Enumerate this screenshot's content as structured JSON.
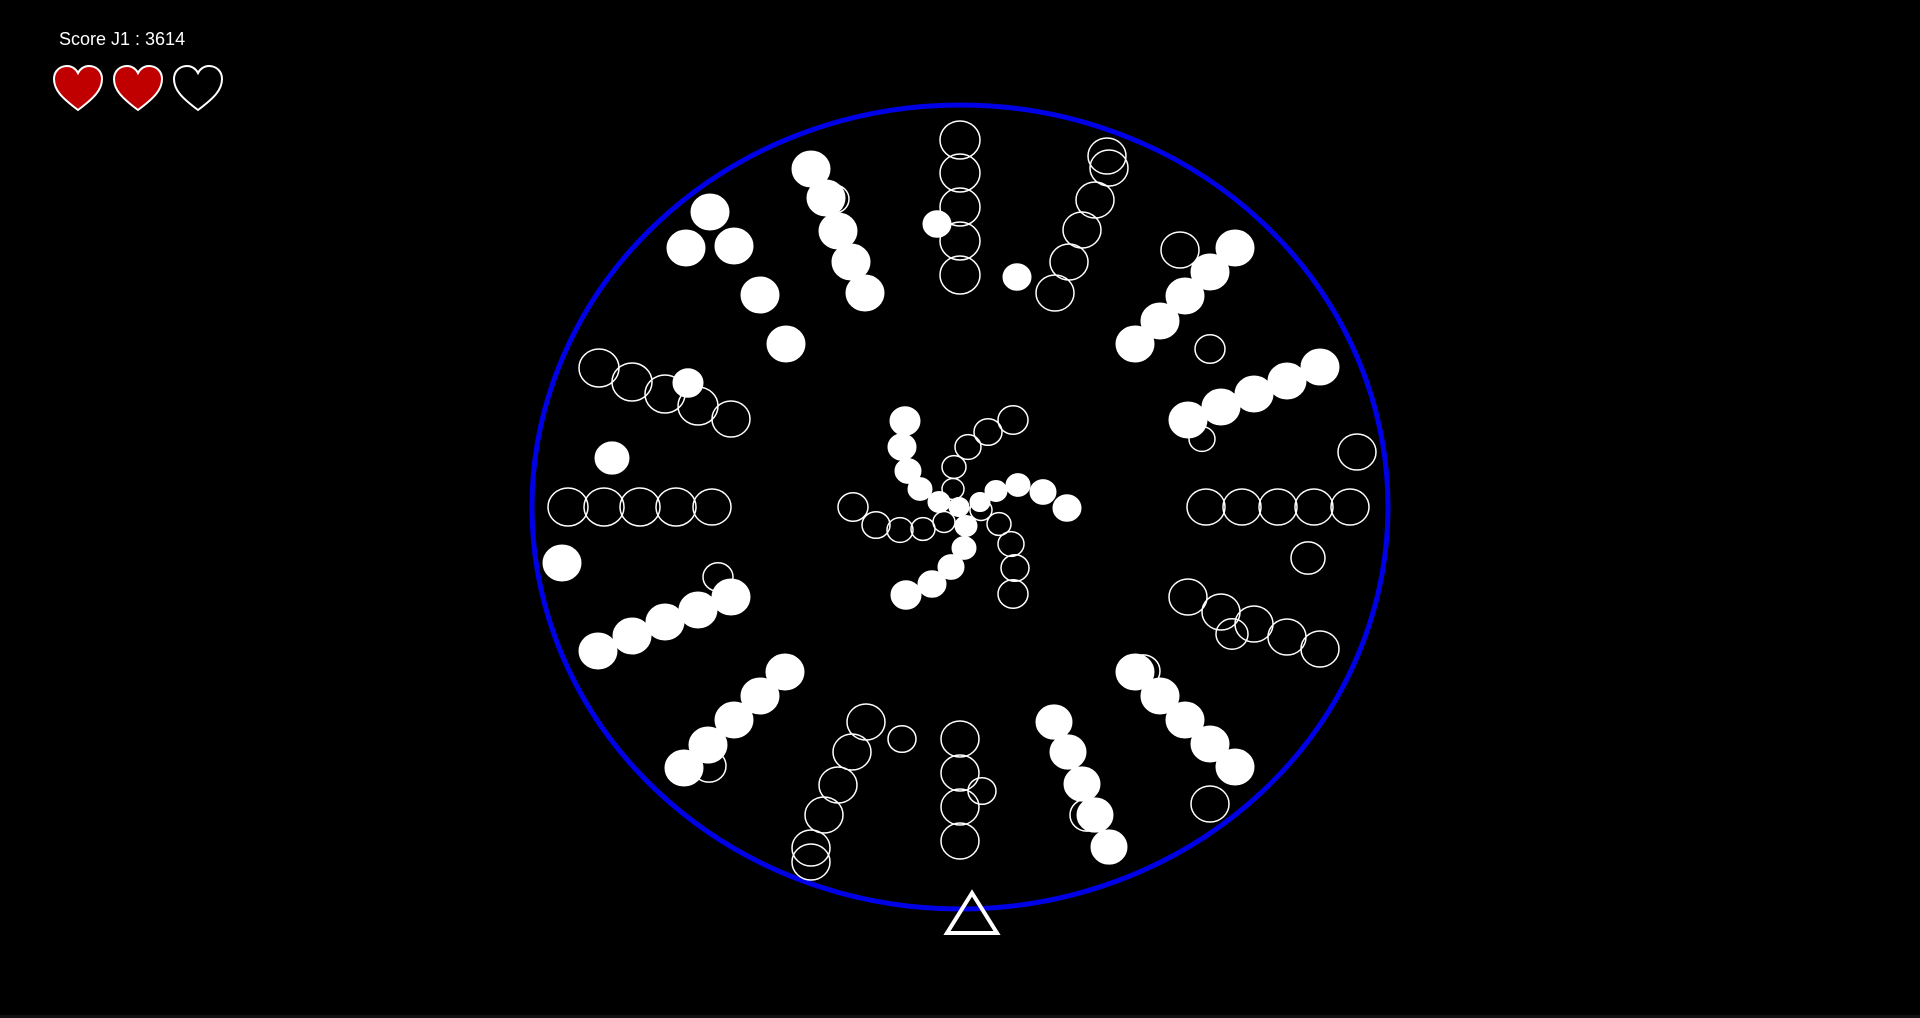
{
  "hud": {
    "score_label": "Score J1 : 3614",
    "lives_total": 3,
    "lives_remaining": 2
  },
  "colors": {
    "background": "#000000",
    "ring": "#0000e6",
    "ball": "#ffffff",
    "heart_full": "#c00000",
    "heart_outline": "#ffffff"
  },
  "icons": {
    "life": "heart-icon",
    "player": "triangle-ship-icon"
  }
}
